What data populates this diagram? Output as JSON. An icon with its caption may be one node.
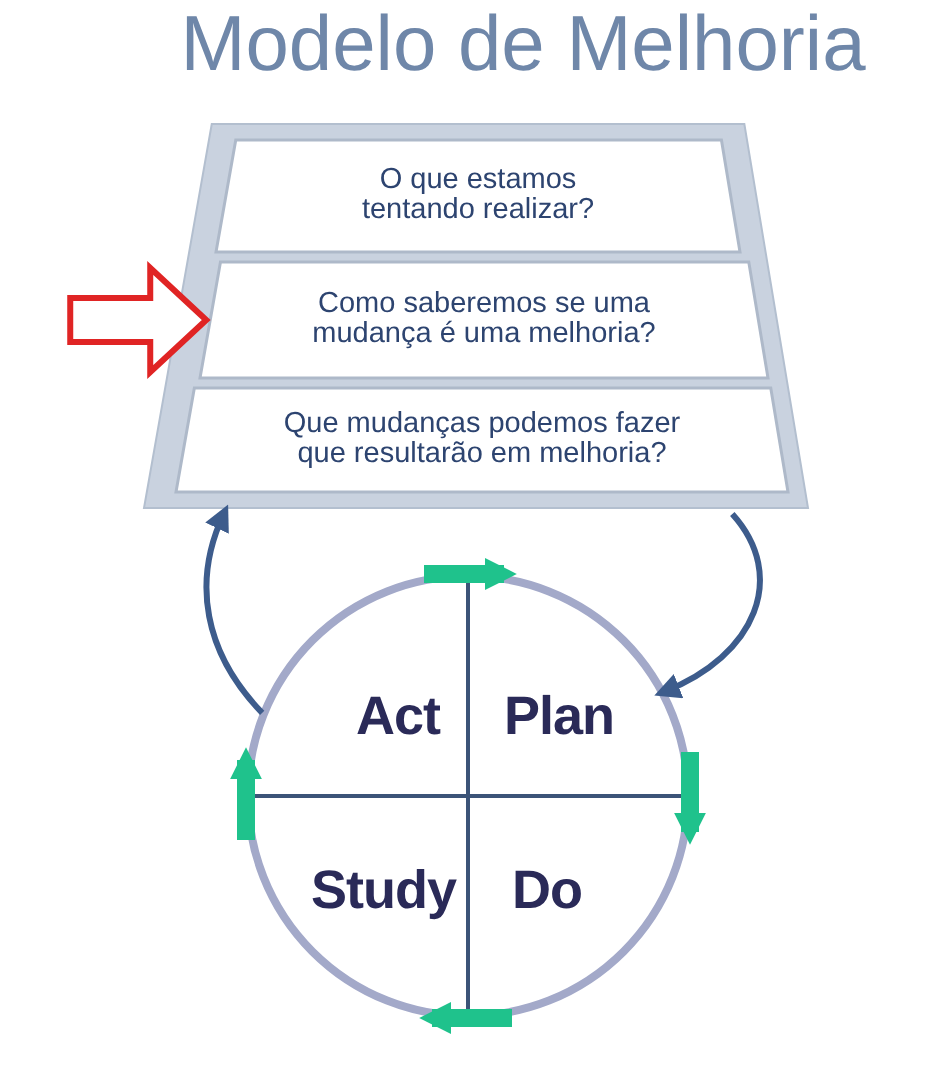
{
  "diagram": {
    "title": "Modelo de Melhoria",
    "nodes": [
      {
        "text": [],
        "shape": "box"
      },
      {
        "text": [
          "O que estamos tentando realizar?"
        ],
        "in": 0
      },
      {
        "text": [
          "Como saberemos se uma mudança é uma melhoria?"
        ],
        "in": 0
      },
      {
        "text": [
          "Que mudanças podemos fazer que resultarão em melhoria?"
        ],
        "in": 0
      },
      {
        "text": [],
        "shape": "circle"
      },
      {
        "text": [
          "Act"
        ],
        "in": 4
      },
      {
        "text": [
          "Plan"
        ],
        "in": 4
      },
      {
        "text": [
          "Study"
        ],
        "in": 4
      },
      {
        "text": [
          "Do"
        ],
        "in": 4
      }
    ],
    "edges": [
      {
        "from": null,
        "to": 2,
        "arrow": "to",
        "color": "#e02424"
      },
      {
        "from": 0,
        "to": 4,
        "arrow": "to"
      },
      {
        "from": 4,
        "to": 0,
        "arrow": "to"
      }
    ]
  }
}
